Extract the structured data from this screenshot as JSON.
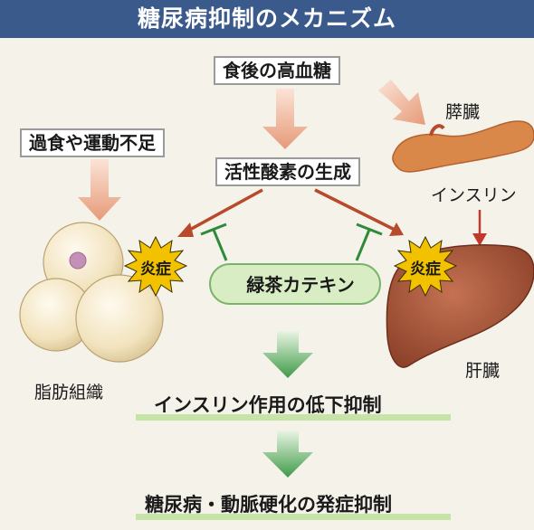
{
  "title": "糖尿病抑制のメカニズム",
  "nodes": {
    "after_meal": "食後の高血糖",
    "overeating": "過食や運動不足",
    "oxygen": "活性酸素の生成",
    "pancreas": "膵臓",
    "insulin": "インスリン",
    "adipose": "脂肪組織",
    "liver": "肝臓",
    "inflam_left": "炎症",
    "inflam_right": "炎症",
    "catechin": "緑茶カテキン",
    "result1": "インスリン作用の低下抑制",
    "result2": "糖尿病・動脈硬化の発症抑制"
  },
  "colors": {
    "title_band": "#3a5a8c",
    "arrow_orange": "#e8a488",
    "arrow_red": "#c0392b",
    "arrow_green": "#3f9a48",
    "inhibitor_green": "#2e8b3a",
    "catechin_fill": "#d9edc4",
    "liver": "#9e5036",
    "pancreas": "#d9884a",
    "fat_cell": "#f3e6c4",
    "starburst": "#f2c200"
  }
}
